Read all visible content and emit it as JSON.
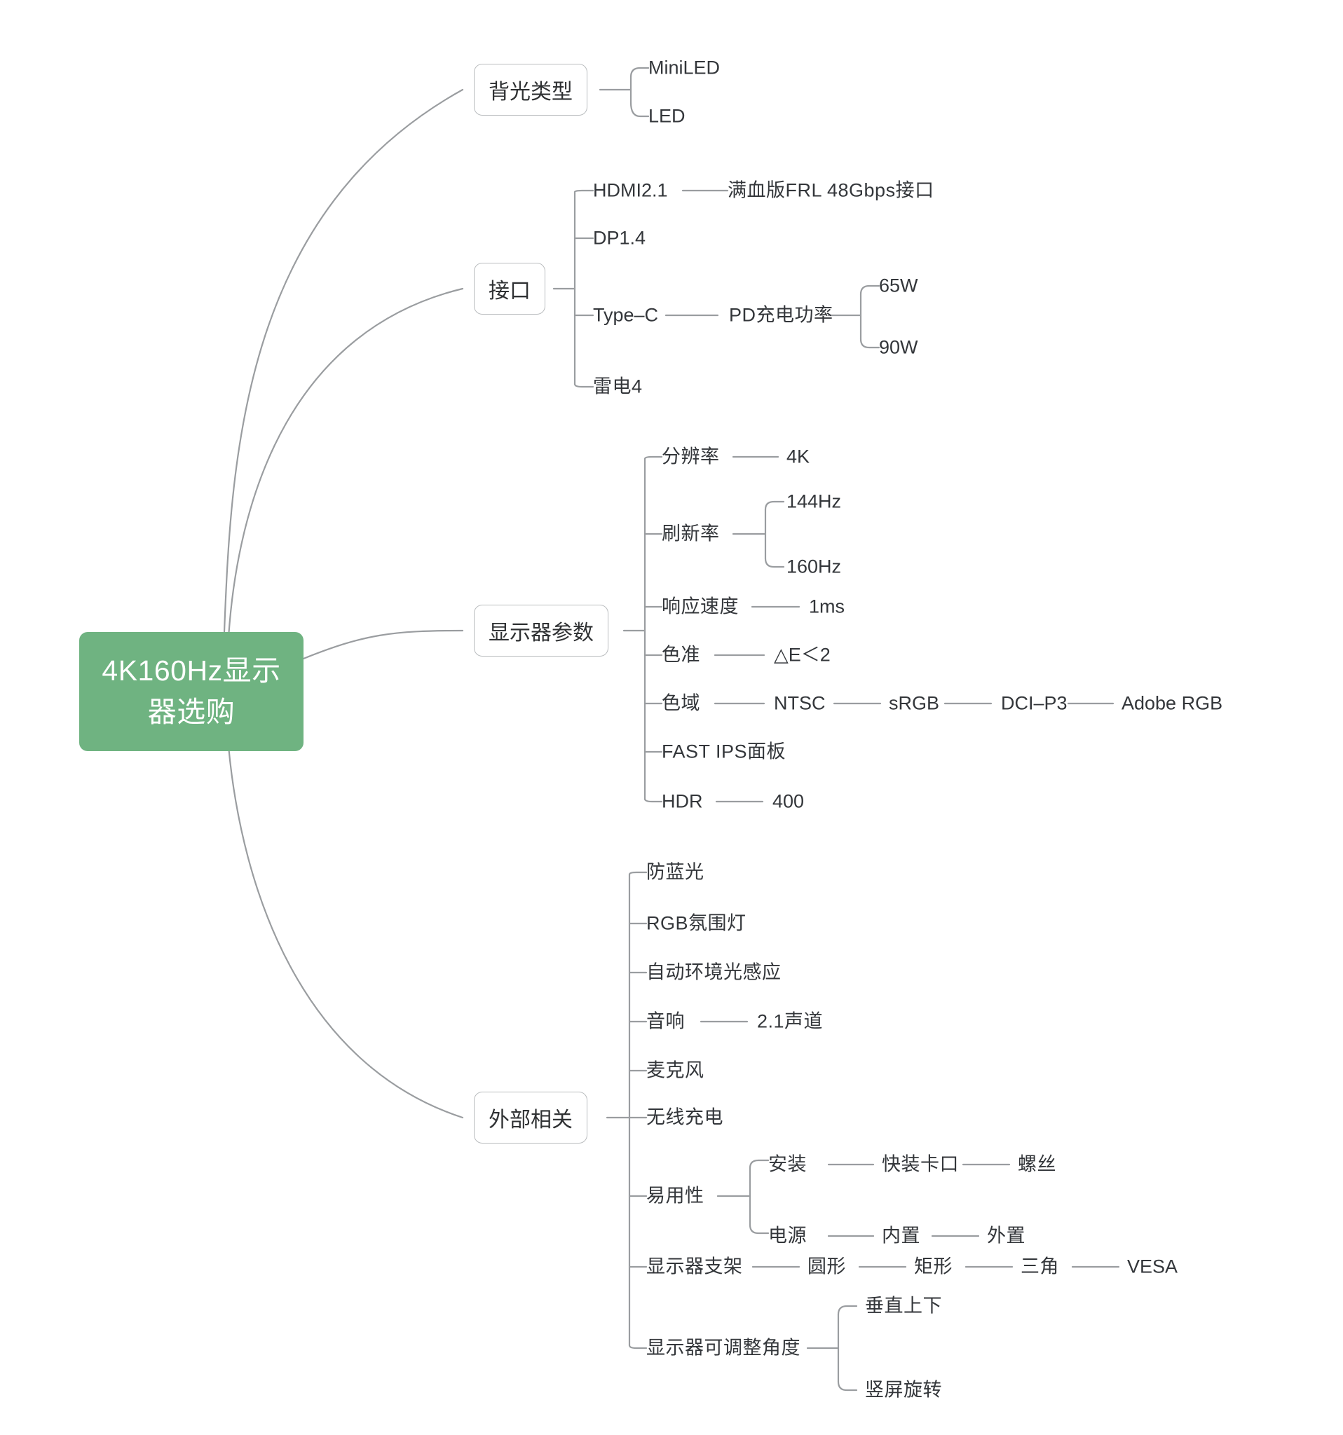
{
  "diagram": {
    "type": "mindmap",
    "title": "4K160Hz显示器选购",
    "background_color": "#ffffff",
    "root_color": "#6FB381",
    "root_text_color": "#ffffff",
    "node_border_color": "#b9bcbe",
    "edge_color": "#9a9da0",
    "text_color": "#33363a"
  },
  "root": {
    "label": "4K160Hz显示器选购"
  },
  "branches": [
    {
      "id": "backlight",
      "label": "背光类型",
      "children": [
        {
          "label": "MiniLED"
        },
        {
          "label": "LED"
        }
      ]
    },
    {
      "id": "interface",
      "label": "接口",
      "children": [
        {
          "label": "HDMI2.1",
          "chain": [
            "满血版FRL 48Gbps接口"
          ]
        },
        {
          "label": "DP1.4"
        },
        {
          "label": "Type–C",
          "chain": [
            "PD充电功率"
          ],
          "children": [
            "65W",
            "90W"
          ]
        },
        {
          "label": "雷电4"
        }
      ]
    },
    {
      "id": "monitor-params",
      "label": "显示器参数",
      "children": [
        {
          "label": "分辨率",
          "chain": [
            "4K"
          ]
        },
        {
          "label": "刷新率",
          "children": [
            "144Hz",
            "160Hz"
          ]
        },
        {
          "label": "响应速度",
          "chain": [
            "1ms"
          ]
        },
        {
          "label": "色准",
          "chain": [
            "△E＜2"
          ]
        },
        {
          "label": "色域",
          "chain": [
            "NTSC",
            "sRGB",
            "DCI–P3",
            "Adobe RGB"
          ]
        },
        {
          "label": "FAST IPS面板"
        },
        {
          "label": "HDR",
          "chain": [
            "400"
          ]
        }
      ]
    },
    {
      "id": "external",
      "label": "外部相关",
      "children": [
        {
          "label": "防蓝光"
        },
        {
          "label": "RGB氛围灯"
        },
        {
          "label": "自动环境光感应"
        },
        {
          "label": "音响",
          "chain": [
            "2.1声道"
          ]
        },
        {
          "label": "麦克风"
        },
        {
          "label": "无线充电"
        },
        {
          "label": "易用性",
          "sub": [
            {
              "label": "安装",
              "chain": [
                "快装卡口",
                "螺丝"
              ]
            },
            {
              "label": "电源",
              "chain": [
                "内置",
                "外置"
              ]
            }
          ]
        },
        {
          "label": "显示器支架",
          "chain": [
            "圆形",
            "矩形",
            "三角",
            "VESA"
          ]
        },
        {
          "label": "显示器可调整角度",
          "children": [
            "垂直上下",
            "竖屏旋转"
          ]
        }
      ]
    }
  ],
  "labels": {
    "miniled": "MiniLED",
    "led": "LED",
    "hdmi": "HDMI2.1",
    "hdmi_detail": "满血版FRL 48Gbps接口",
    "dp": "DP1.4",
    "typec": "Type–C",
    "pd": "PD充电功率",
    "pd_65": "65W",
    "pd_90": "90W",
    "tb4": "雷电4",
    "res": "分辨率",
    "res_v": "4K",
    "refresh": "刷新率",
    "refresh_144": "144Hz",
    "refresh_160": "160Hz",
    "response": "响应速度",
    "response_v": "1ms",
    "accuracy": "色准",
    "accuracy_v": "△E＜2",
    "gamut": "色域",
    "gamut_ntsc": "NTSC",
    "gamut_srgb": "sRGB",
    "gamut_dcip3": "DCI–P3",
    "gamut_adobe": "Adobe RGB",
    "panel": "FAST IPS面板",
    "hdr": "HDR",
    "hdr_v": "400",
    "bluelight": "防蓝光",
    "rgb_light": "RGB氛围灯",
    "auto_light": "自动环境光感应",
    "speaker": "音响",
    "speaker_v": "2.1声道",
    "mic": "麦克风",
    "wireless": "无线充电",
    "usability": "易用性",
    "install": "安装",
    "install_quick": "快装卡口",
    "install_screw": "螺丝",
    "power": "电源",
    "power_in": "内置",
    "power_out": "外置",
    "stand": "显示器支架",
    "stand_round": "圆形",
    "stand_rect": "矩形",
    "stand_tri": "三角",
    "stand_vesa": "VESA",
    "angle": "显示器可调整角度",
    "angle_vert": "垂直上下",
    "angle_pivot": "竖屏旋转",
    "b_backlight": "背光类型",
    "b_interface": "接口",
    "b_params": "显示器参数",
    "b_external": "外部相关"
  }
}
